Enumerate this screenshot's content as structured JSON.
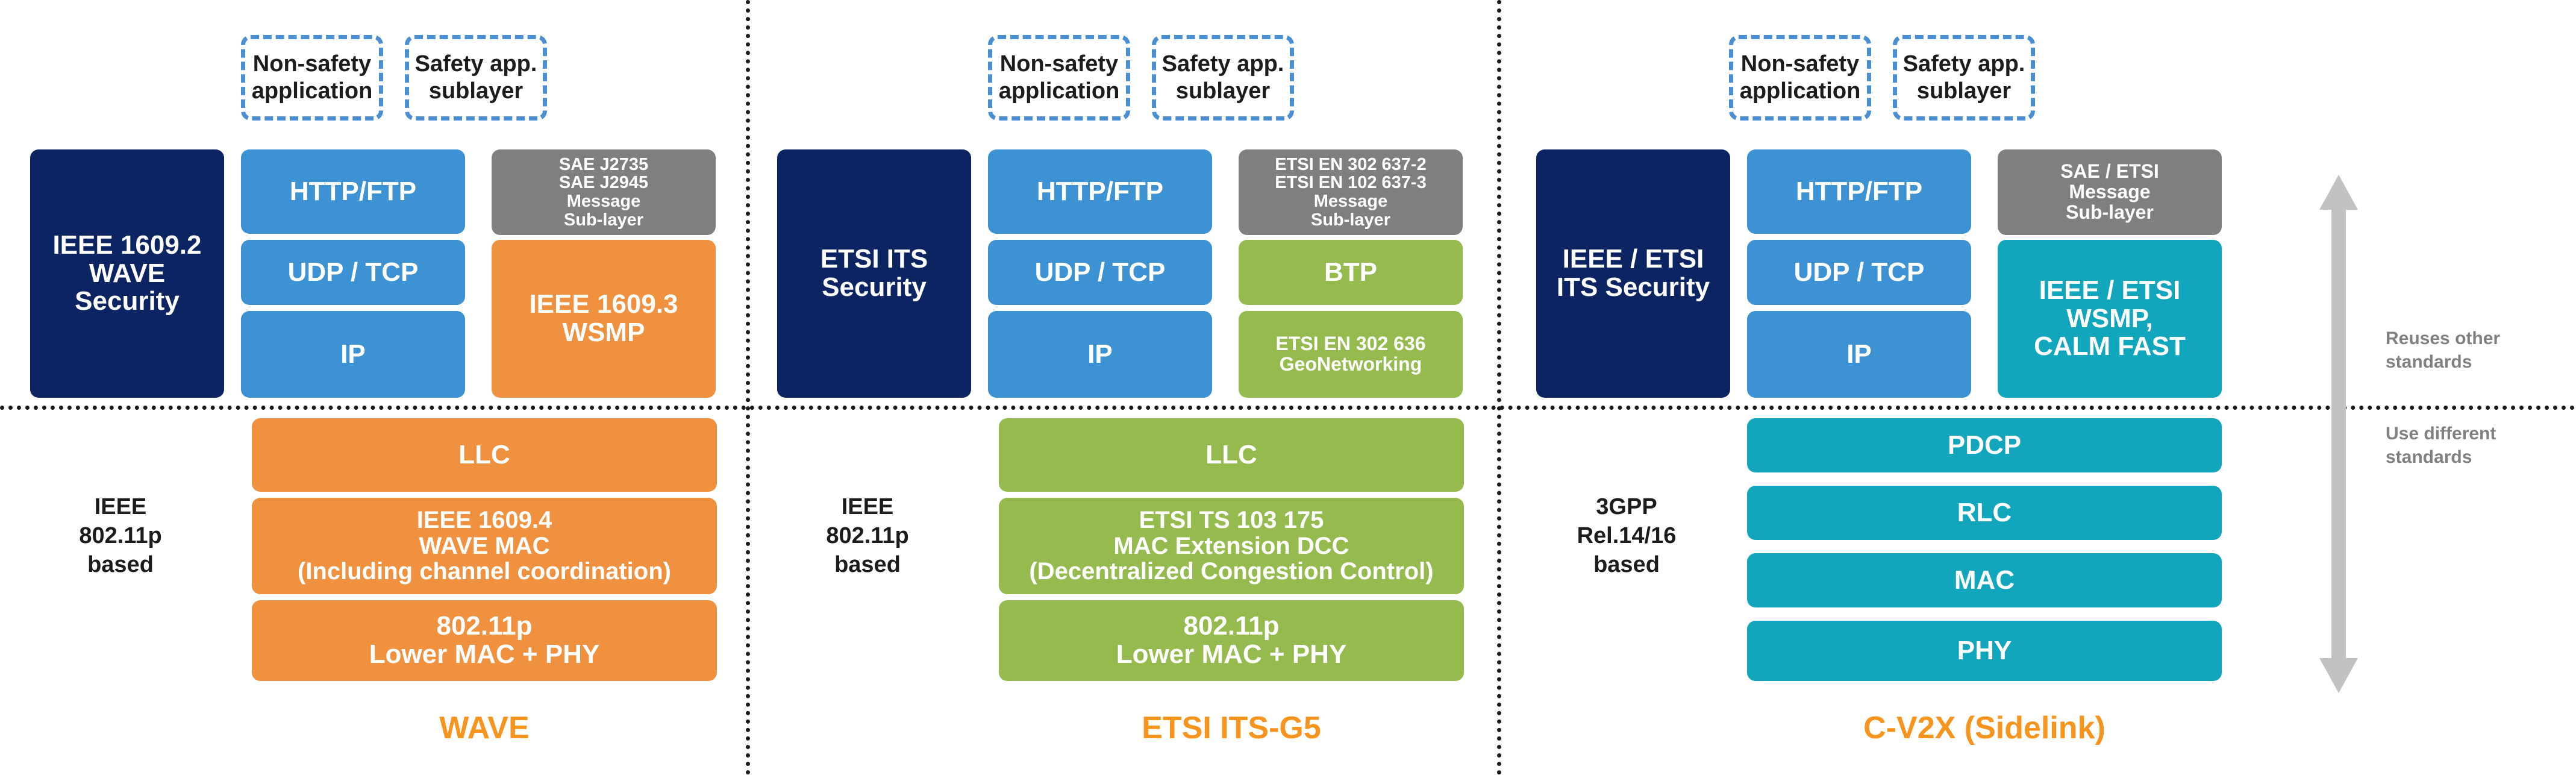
{
  "diagram": {
    "title_color": "#f7941e",
    "columns": [
      {
        "name": "WAVE",
        "footer_title": "WAVE",
        "app_boxes": [
          {
            "label": "Non-safety\napplication",
            "line1": "Non-safety",
            "line2": "application"
          },
          {
            "label": "Safety app.\nsublayer",
            "line1": "Safety app.",
            "line2": "sublayer"
          }
        ],
        "security_box": {
          "text": "IEEE 1609.2\nWAVE\nSecurity",
          "color": "#0c2461"
        },
        "network_stack": [
          {
            "text": "HTTP/FTP",
            "color": "#3d92d4"
          },
          {
            "text": "UDP / TCP",
            "color": "#3d92d4"
          },
          {
            "text": "IP",
            "color": "#3d92d4"
          }
        ],
        "safety_stack": [
          {
            "text": "SAE J2735\nSAE J2945\nMessage\nSub-layer",
            "color": "#7f7f7f"
          },
          {
            "text": "IEEE 1609.3\nWSMP",
            "color": "#f0913f"
          }
        ],
        "access_label": "IEEE\n802.11p\nbased",
        "access_stack": [
          {
            "text": "LLC",
            "color": "#f0913f"
          },
          {
            "text": "IEEE 1609.4\nWAVE MAC\n(Including channel coordination)",
            "color": "#f0913f"
          },
          {
            "text": "802.11p\nLower MAC + PHY",
            "color": "#f0913f"
          }
        ]
      },
      {
        "name": "ETSI ITS-G5",
        "footer_title": "ETSI ITS-G5",
        "app_boxes": [
          {
            "label": "Non-safety\napplication",
            "line1": "Non-safety",
            "line2": "application"
          },
          {
            "label": "Safety app.\nsublayer",
            "line1": "Safety app.",
            "line2": "sublayer"
          }
        ],
        "security_box": {
          "text": "ETSI ITS\nSecurity",
          "color": "#0c2461"
        },
        "network_stack": [
          {
            "text": "HTTP/FTP",
            "color": "#3d92d4"
          },
          {
            "text": "UDP / TCP",
            "color": "#3d92d4"
          },
          {
            "text": "IP",
            "color": "#3d92d4"
          }
        ],
        "safety_stack": [
          {
            "text": "ETSI EN 302 637-2\nETSI EN 102 637-3\nMessage\nSub-layer",
            "color": "#7f7f7f"
          },
          {
            "text": "BTP",
            "color": "#95bb4f"
          },
          {
            "text": "ETSI EN 302 636\nGeoNetworking",
            "color": "#95bb4f"
          }
        ],
        "access_label": "IEEE\n802.11p\nbased",
        "access_stack": [
          {
            "text": "LLC",
            "color": "#95bb4f"
          },
          {
            "text": "ETSI TS 103 175\nMAC Extension DCC\n(Decentralized Congestion Control)",
            "color": "#95bb4f"
          },
          {
            "text": "802.11p\nLower MAC + PHY",
            "color": "#95bb4f"
          }
        ]
      },
      {
        "name": "C-V2X (Sidelink)",
        "footer_title": "C-V2X (Sidelink)",
        "app_boxes": [
          {
            "label": "Non-safety\napplication",
            "line1": "Non-safety",
            "line2": "application"
          },
          {
            "label": "Safety app.\nsublayer",
            "line1": "Safety app.",
            "line2": "sublayer"
          }
        ],
        "security_box": {
          "text": "IEEE / ETSI\nITS Security",
          "color": "#0c2461"
        },
        "network_stack": [
          {
            "text": "HTTP/FTP",
            "color": "#3d92d4"
          },
          {
            "text": "UDP / TCP",
            "color": "#3d92d4"
          },
          {
            "text": "IP",
            "color": "#3d92d4"
          }
        ],
        "safety_stack": [
          {
            "text": "SAE / ETSI\nMessage\nSub-layer",
            "color": "#7f7f7f"
          },
          {
            "text": "IEEE / ETSI\nWSMP,\nCALM FAST",
            "color": "#12a6bd"
          }
        ],
        "access_label": "3GPP\nRel.14/16\nbased",
        "access_stack": [
          {
            "text": "PDCP",
            "color": "#12a6bd"
          },
          {
            "text": "RLC",
            "color": "#12a6bd"
          },
          {
            "text": "MAC",
            "color": "#12a6bd"
          },
          {
            "text": "PHY",
            "color": "#12a6bd"
          }
        ]
      }
    ],
    "side_notes": {
      "upper": "Reuses other\nstandards",
      "upper_line1": "Reuses other",
      "upper_line2": "standards",
      "lower": "Use different\nstandards",
      "lower_line1": "Use different",
      "lower_line2": "standards",
      "color": "#808080"
    },
    "labels": {
      "wave_security": "IEEE 1609.2 WAVE Security",
      "c1_sec_l1": "IEEE 1609.2",
      "c1_sec_l2": "WAVE",
      "c1_sec_l3": "Security",
      "c1_http": "HTTP/FTP",
      "c1_udp": "UDP / TCP",
      "c1_ip": "IP",
      "c1_msg_l1": "SAE J2735",
      "c1_msg_l2": "SAE J2945",
      "c1_msg_l3": "Message",
      "c1_msg_l4": "Sub-layer",
      "c1_wsmp_l1": "IEEE 1609.3",
      "c1_wsmp_l2": "WSMP",
      "c1_acc_l1": "IEEE",
      "c1_acc_l2": "802.11p",
      "c1_acc_l3": "based",
      "c1_llc": "LLC",
      "c1_mac_l1": "IEEE 1609.4",
      "c1_mac_l2": "WAVE MAC",
      "c1_mac_l3": "(Including channel coordination)",
      "c1_phy_l1": "802.11p",
      "c1_phy_l2": "Lower MAC + PHY",
      "c2_sec_l1": "ETSI ITS",
      "c2_sec_l2": "Security",
      "c2_http": "HTTP/FTP",
      "c2_udp": "UDP / TCP",
      "c2_ip": "IP",
      "c2_msg_l1": "ETSI EN 302 637-2",
      "c2_msg_l2": "ETSI EN 102 637-3",
      "c2_msg_l3": "Message",
      "c2_msg_l4": "Sub-layer",
      "c2_btp": "BTP",
      "c2_geo_l1": "ETSI EN 302 636",
      "c2_geo_l2": "GeoNetworking",
      "c2_acc_l1": "IEEE",
      "c2_acc_l2": "802.11p",
      "c2_acc_l3": "based",
      "c2_llc": "LLC",
      "c2_dcc_l1": "ETSI TS 103 175",
      "c2_dcc_l2": "MAC Extension DCC",
      "c2_dcc_l3": "(Decentralized Congestion Control)",
      "c2_phy_l1": "802.11p",
      "c2_phy_l2": "Lower MAC + PHY",
      "c3_sec_l1": "IEEE / ETSI",
      "c3_sec_l2": "ITS Security",
      "c3_http": "HTTP/FTP",
      "c3_udp": "UDP / TCP",
      "c3_ip": "IP",
      "c3_msg_l1": "SAE / ETSI",
      "c3_msg_l2": "Message",
      "c3_msg_l3": "Sub-layer",
      "c3_wsmp_l1": "IEEE / ETSI",
      "c3_wsmp_l2": "WSMP,",
      "c3_wsmp_l3": "CALM FAST",
      "c3_acc_l1": "3GPP",
      "c3_acc_l2": "Rel.14/16",
      "c3_acc_l3": "based",
      "c3_pdcp": "PDCP",
      "c3_rlc": "RLC",
      "c3_mac": "MAC",
      "c3_phy": "PHY",
      "app_nonsafety_l1": "Non-safety",
      "app_nonsafety_l2": "application",
      "app_safety_l1": "Safety app.",
      "app_safety_l2": "sublayer"
    }
  }
}
